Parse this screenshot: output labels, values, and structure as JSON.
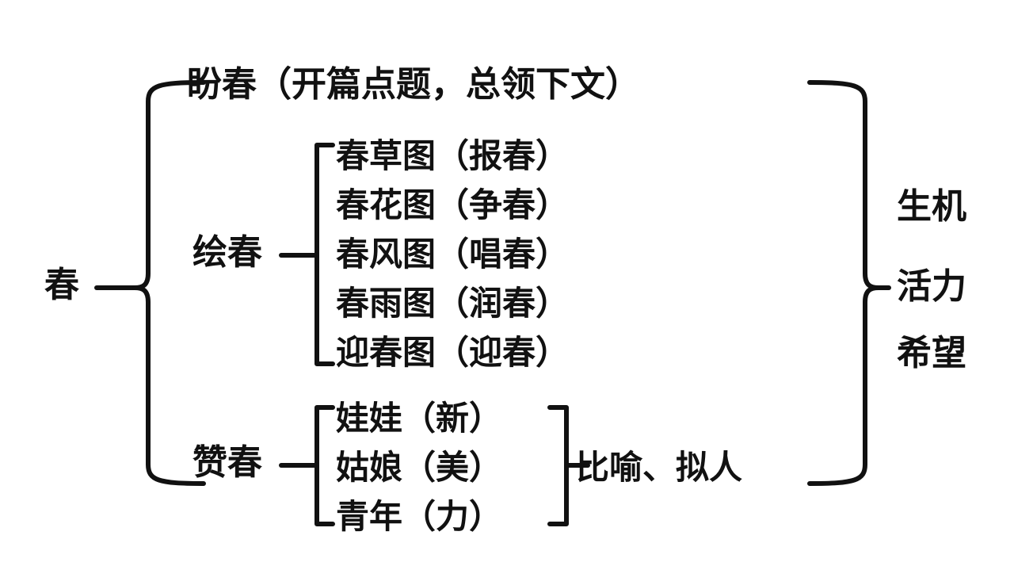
{
  "diagram": {
    "title_text": "春",
    "root": {
      "label": "春"
    },
    "branches": [
      {
        "label": "盼春（开篇点题，总领下文）"
      },
      {
        "label": "绘春",
        "items": [
          "春草图（报春）",
          "春花图（争春）",
          "春风图（唱春）",
          "春雨图（润春）",
          "迎春图（迎春）"
        ]
      },
      {
        "label": "赞春",
        "items": [
          "娃娃（新）",
          "姑娘（美）",
          "青年（力）"
        ],
        "annotation": "比喻、拟人"
      }
    ],
    "summary": [
      "生机",
      "活力",
      "希望"
    ],
    "colors": {
      "ink": "#111111",
      "background": "#ffffff"
    }
  }
}
